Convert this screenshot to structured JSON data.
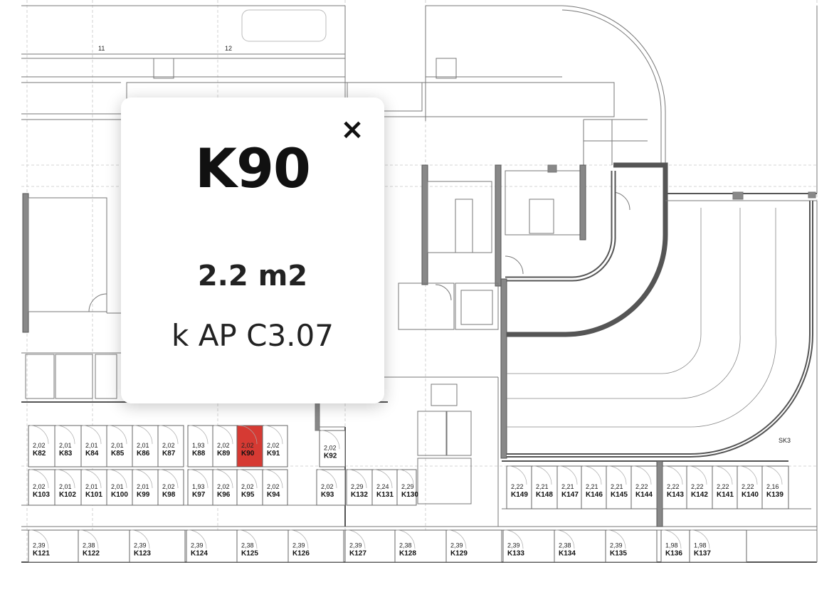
{
  "colors": {
    "highlight": "#d63a33",
    "wall": "#555555",
    "line": "#777777",
    "grid": "#c8c8c8"
  },
  "popup": {
    "title": "K90",
    "area": "2.2 m2",
    "description": "k AP C3.07",
    "close_icon": "×"
  },
  "labels": {
    "parking_11": "11",
    "parking_12": "12",
    "sk3": "SK3"
  },
  "selected_unit": "K90",
  "units": [
    {
      "code": "K82",
      "area": "2,02"
    },
    {
      "code": "K83",
      "area": "2,01"
    },
    {
      "code": "K84",
      "area": "2,01"
    },
    {
      "code": "K85",
      "area": "2,01"
    },
    {
      "code": "K86",
      "area": "2,01"
    },
    {
      "code": "K87",
      "area": "2,02"
    },
    {
      "code": "K88",
      "area": "1,93"
    },
    {
      "code": "K89",
      "area": "2,02"
    },
    {
      "code": "K90",
      "area": "2,02"
    },
    {
      "code": "K91",
      "area": "2,02"
    },
    {
      "code": "K92",
      "area": "2,02"
    },
    {
      "code": "K103",
      "area": "2,02"
    },
    {
      "code": "K102",
      "area": "2,01"
    },
    {
      "code": "K101",
      "area": "2,01"
    },
    {
      "code": "K100",
      "area": "2,01"
    },
    {
      "code": "K99",
      "area": "2,01"
    },
    {
      "code": "K98",
      "area": "2,02"
    },
    {
      "code": "K97",
      "area": "1,93"
    },
    {
      "code": "K96",
      "area": "2,02"
    },
    {
      "code": "K95",
      "area": "2,02"
    },
    {
      "code": "K94",
      "area": "2,02"
    },
    {
      "code": "K93",
      "area": "2,02"
    },
    {
      "code": "K132",
      "area": "2,29"
    },
    {
      "code": "K131",
      "area": "2,24"
    },
    {
      "code": "K130",
      "area": "2,29"
    },
    {
      "code": "K149",
      "area": "2,22"
    },
    {
      "code": "K148",
      "area": "2,21"
    },
    {
      "code": "K147",
      "area": "2,21"
    },
    {
      "code": "K146",
      "area": "2,21"
    },
    {
      "code": "K145",
      "area": "2,21"
    },
    {
      "code": "K144",
      "area": "2,22"
    },
    {
      "code": "K143",
      "area": "2,22"
    },
    {
      "code": "K142",
      "area": "2,22"
    },
    {
      "code": "K141",
      "area": "2,22"
    },
    {
      "code": "K140",
      "area": "2,22"
    },
    {
      "code": "K139",
      "area": "2,16"
    },
    {
      "code": "K121",
      "area": "2,39"
    },
    {
      "code": "K122",
      "area": "2,38"
    },
    {
      "code": "K123",
      "area": "2,39"
    },
    {
      "code": "K124",
      "area": "2,39"
    },
    {
      "code": "K125",
      "area": "2,38"
    },
    {
      "code": "K126",
      "area": "2,39"
    },
    {
      "code": "K127",
      "area": "2,39"
    },
    {
      "code": "K128",
      "area": "2,38"
    },
    {
      "code": "K129",
      "area": "2,39"
    },
    {
      "code": "K133",
      "area": "2,39"
    },
    {
      "code": "K134",
      "area": "2,38"
    },
    {
      "code": "K135",
      "area": "2,39"
    },
    {
      "code": "K136",
      "area": "1,98"
    },
    {
      "code": "K137",
      "area": "1,98"
    }
  ]
}
